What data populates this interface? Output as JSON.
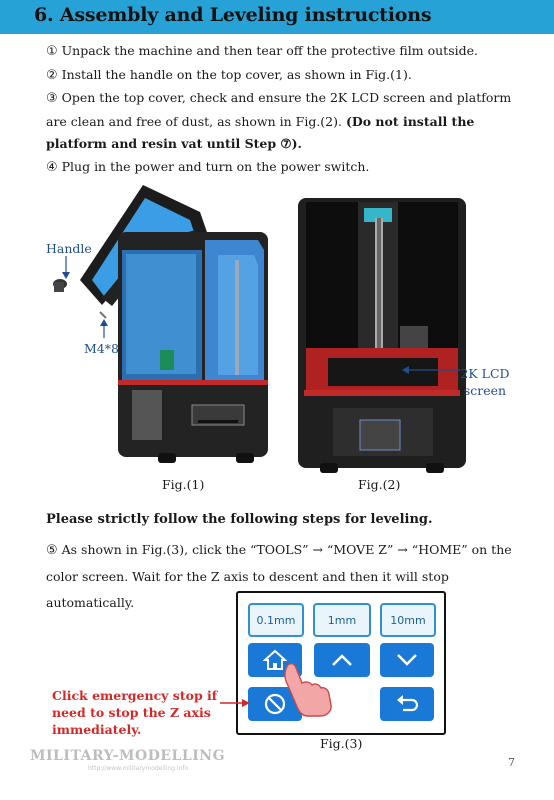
{
  "header": {
    "title": "6. Assembly and Leveling instructions"
  },
  "steps": [
    {
      "num": "①",
      "text": " Unpack the machine and then tear off the protective film outside."
    },
    {
      "num": "②",
      "text": " Install the handle on the top cover, as shown in Fig.(1)."
    },
    {
      "num": "③",
      "text": " Open the top cover, check and ensure the 2K LCD screen and platform are clean and free of dust, as shown in Fig.(2). ",
      "bold": "(Do not install the platform and resin vat until Step ⑦)."
    },
    {
      "num": "④",
      "text": " Plug in the power and turn on the power switch."
    }
  ],
  "fig1": {
    "caption": "Fig.(1)",
    "label_handle": "Handle",
    "label_screw": "M4*8"
  },
  "fig2": {
    "caption": "Fig.(2)",
    "label_lcd_1": "2K LCD",
    "label_lcd_2": "screen"
  },
  "leveling": {
    "title": "Please strictly follow the following steps for leveling.",
    "step5_num": "⑤",
    "step5_text": " As shown in Fig.(3), click the “TOOLS” → “MOVE Z” → “HOME” on the color screen. Wait for the Z axis to descent and then it will stop automatically."
  },
  "fig3": {
    "caption": "Fig.(3)",
    "buttons": [
      "0.1mm",
      "1mm",
      "10mm"
    ],
    "icons": [
      "home-icon",
      "chevron-up-icon",
      "chevron-down-icon",
      "stop-icon",
      "back-icon"
    ]
  },
  "warning": {
    "line1": "Click emergency stop if",
    "line2": "need to stop the Z axis",
    "line3": "immediately."
  },
  "watermark": {
    "text": "MILITARY-MODELLING",
    "url": "http://www.militarymodelling.info"
  },
  "page_number": "7",
  "colors": {
    "header": "#26a2d6",
    "button_blue": "#1a78d6",
    "warning_red": "#d42828",
    "label_blue": "#1f4f8f"
  }
}
